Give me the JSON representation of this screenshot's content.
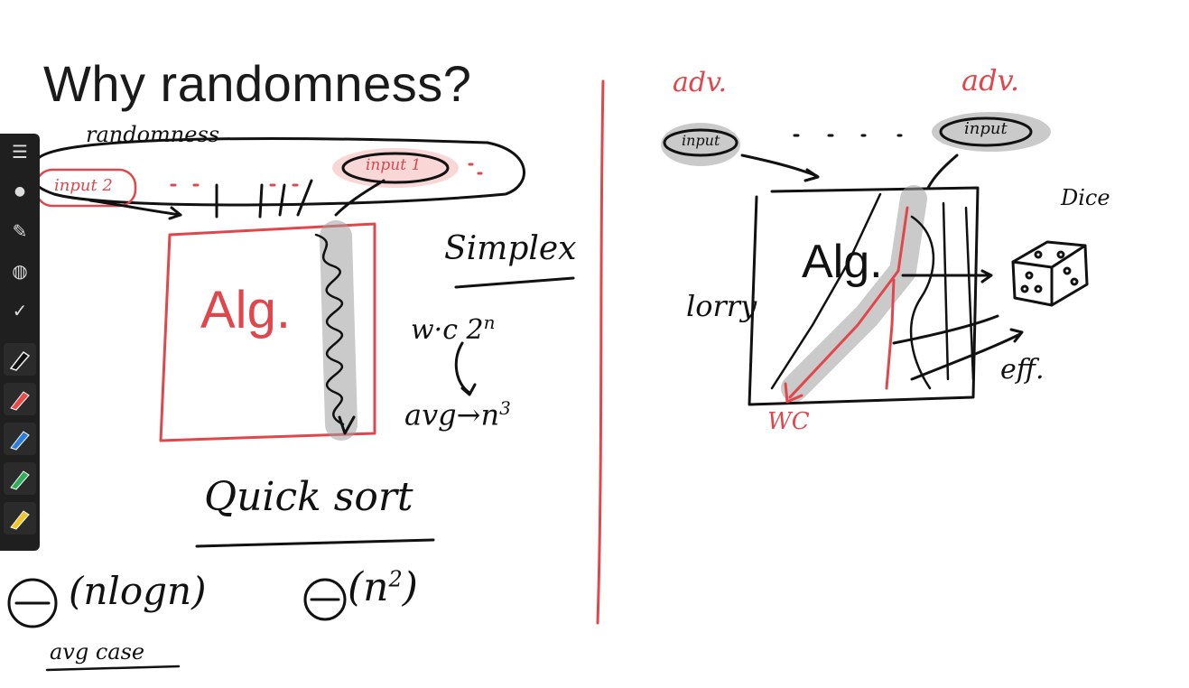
{
  "slide": {
    "title": "Why randomness?",
    "left_board": {
      "randomness_label": "randomness",
      "input1_label": "input 1",
      "input2_label": "input 2",
      "alg_label": "Alg.",
      "simplex_label": "Simplex",
      "wc_expr": "w·c 2",
      "wc_exp": "n",
      "avg_expr": "avg→n",
      "avg_exp": "3",
      "quicksort_label": "Quick sort",
      "theta_nlogn": "(nlogn)",
      "theta_n2": "(n",
      "theta_n2_exp": "2",
      "theta_n2_close": ")",
      "avg_case_label": "avg case"
    },
    "right_board": {
      "adv_left": "adv.",
      "adv_right": "adv.",
      "input_left": "input",
      "input_right": "input",
      "alg_label": "Alg.",
      "lorry_label": "lorry",
      "dice_label": "Dice",
      "wc_label": "WC",
      "eff_label": "eff."
    }
  },
  "toolbar": {
    "tools": [
      {
        "name": "menu-icon",
        "glyph": "☰"
      },
      {
        "name": "dot-icon",
        "glyph": "●"
      },
      {
        "name": "pen-icon",
        "glyph": "✎"
      },
      {
        "name": "eraser-icon",
        "glyph": "◍"
      },
      {
        "name": "check-icon",
        "glyph": "✓"
      }
    ],
    "pens": [
      {
        "name": "black-pen-icon",
        "color": "#111111"
      },
      {
        "name": "red-pen-icon",
        "color": "#e94b4b"
      },
      {
        "name": "blue-pen-icon",
        "color": "#2a7de1"
      },
      {
        "name": "green-pen-icon",
        "color": "#2fae5a"
      },
      {
        "name": "yellow-pen-icon",
        "color": "#f2c428"
      }
    ]
  },
  "colors": {
    "ink": "#111111",
    "red_ink": "#e0474c",
    "highlight": "#bdbdbd",
    "divider": "#e0474c"
  }
}
